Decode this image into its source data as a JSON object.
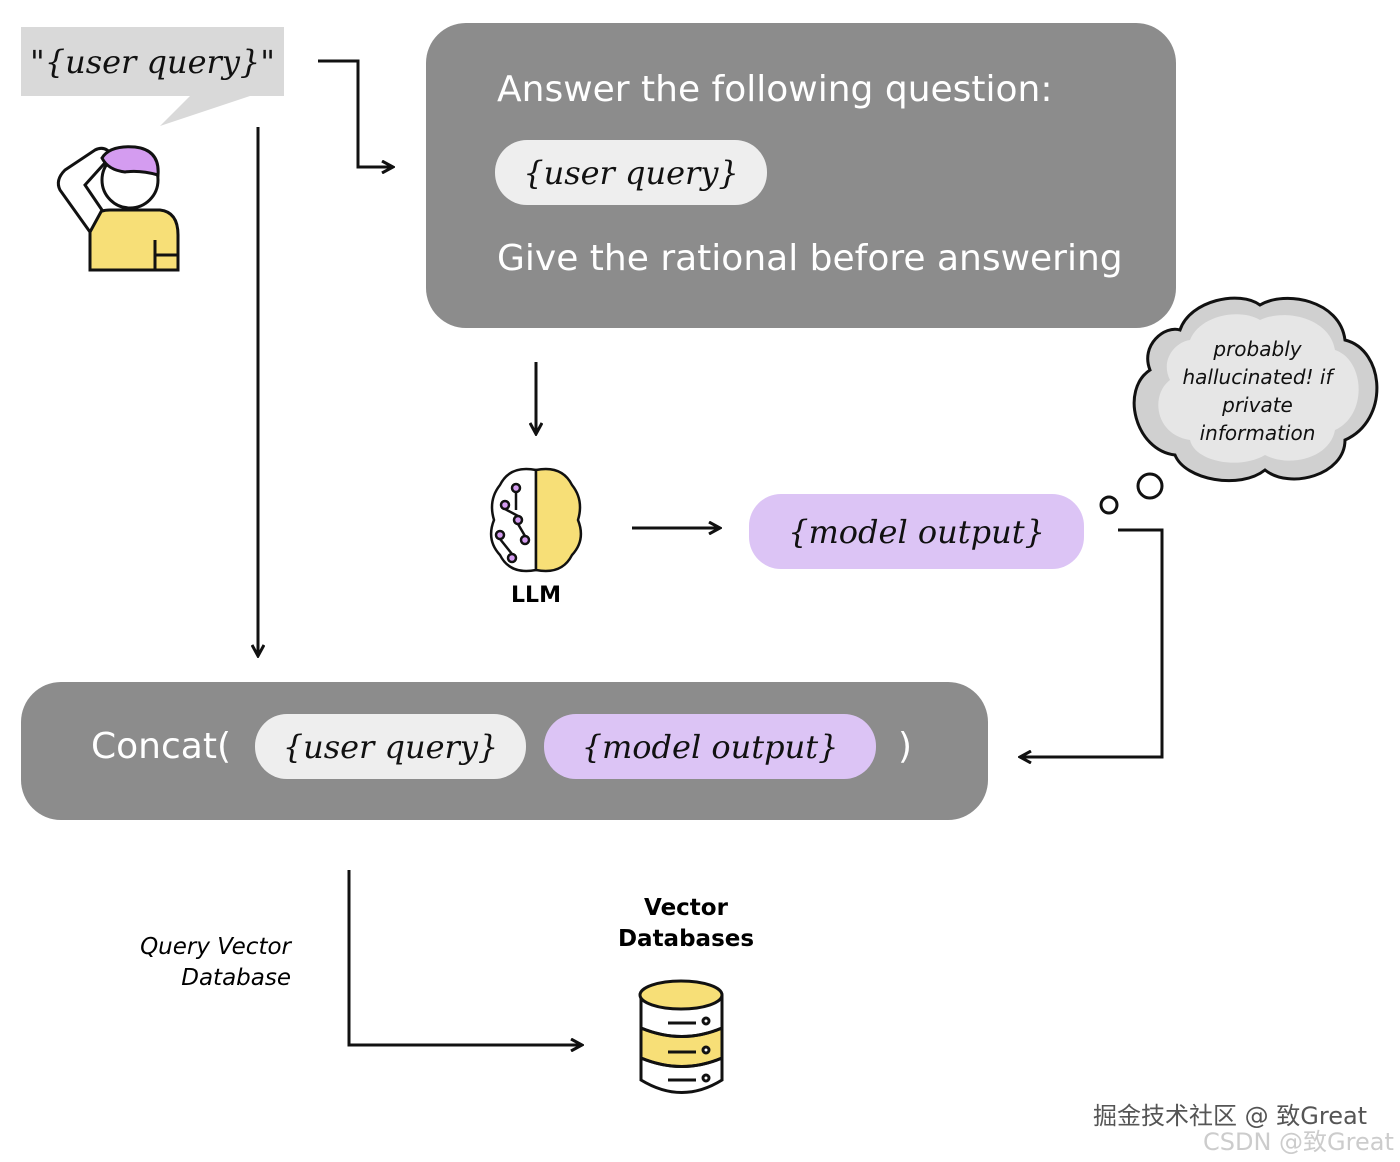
{
  "speech_bubble": {
    "text": "\"{user query}\""
  },
  "prompt_box": {
    "line1": "Answer the following question:",
    "placeholder": "{user query}",
    "line2": "Give the rational before answering"
  },
  "llm": {
    "label": "LLM",
    "icon": "brain-icon"
  },
  "model_output": {
    "text": "{model output}"
  },
  "thought_cloud": {
    "text": "probably hallucinated! if private information"
  },
  "concat_box": {
    "prefix": "Concat(",
    "user_query": "{user query}",
    "model_output": "{model output}",
    "suffix": ")"
  },
  "query_label": {
    "line1": "Query Vector",
    "line2": "Database"
  },
  "vector_db": {
    "line1": "Vector",
    "line2": "Databases",
    "icon": "database-icon"
  },
  "watermark": {
    "line1": "掘金技术社区 @ 致Great",
    "line2": "CSDN @致Great"
  },
  "colors": {
    "box": "#8c8c8c",
    "pill": "#eeeeee",
    "purple": "#dcc4f5",
    "yellow": "#f7df77",
    "bubble": "#d9d9d9"
  }
}
